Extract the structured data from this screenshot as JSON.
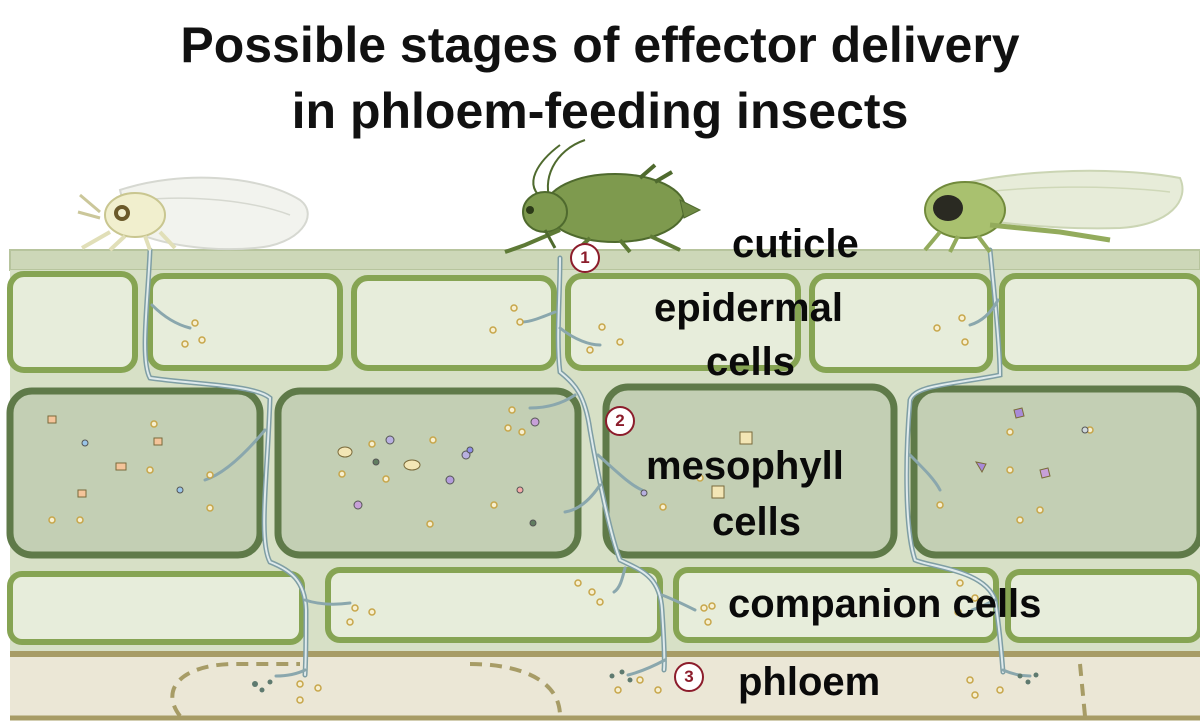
{
  "title": {
    "line1": "Possible stages of effector delivery",
    "line2": "in phloem-feeding insects"
  },
  "labels": {
    "cuticle": "cuticle",
    "epidermal_line1": "epidermal",
    "epidermal_line2": "cells",
    "mesophyll_line1": "mesophyll",
    "mesophyll_line2": "cells",
    "companion": "companion cells",
    "phloem": "phloem"
  },
  "stages": [
    "1",
    "2",
    "3"
  ],
  "insects": [
    "whitefly",
    "aphid",
    "leafhopper"
  ],
  "colors": {
    "cuticle": "#cdd7b8",
    "epidermal_fill": "#e7eddb",
    "epidermal_wall": "#86a453",
    "mesophyll_fill": "#c3cfb4",
    "mesophyll_wall": "#5f7a49",
    "companion_fill": "#e7eddb",
    "companion_wall": "#86a453",
    "phloem_fill": "#ebe7d6",
    "phloem_wall": "#a79c66",
    "stylet": "#a9c0c4",
    "marker": "#8c1c2b"
  }
}
